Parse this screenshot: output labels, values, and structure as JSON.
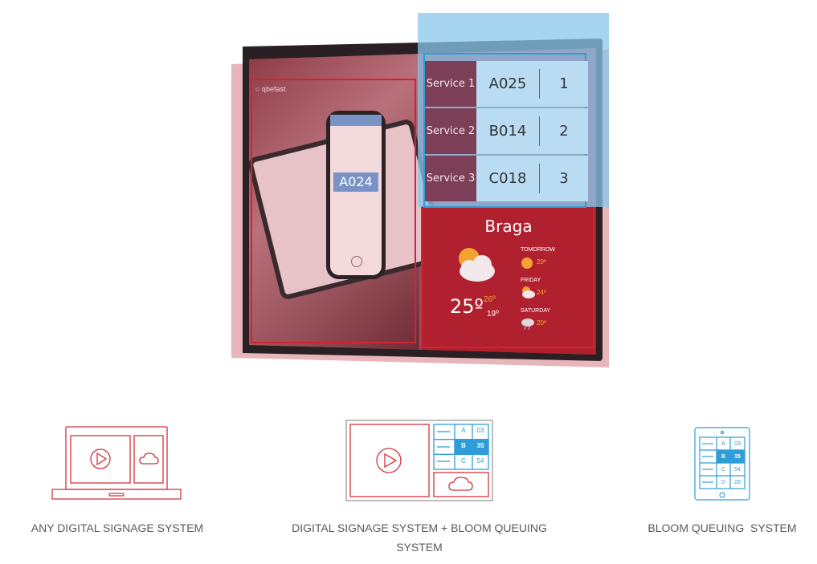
{
  "hero": {
    "phone_ticket": "A024",
    "queue": [
      {
        "label": "Service 1",
        "ticket": "A025",
        "counter": "1"
      },
      {
        "label": "Service 2",
        "ticket": "B014",
        "counter": "2"
      },
      {
        "label": "Service 3",
        "ticket": "C018",
        "counter": "3"
      }
    ],
    "weather": {
      "city": "Braga",
      "temp": "25º",
      "max": "26º",
      "min": "19º",
      "forecast": [
        {
          "day": "TOMORROW",
          "temp": "29º",
          "icon": "sun-icon"
        },
        {
          "day": "FRIDAY",
          "temp": "24º",
          "icon": "sun-cloud-icon"
        },
        {
          "day": "SATURDAY",
          "temp": "20º",
          "icon": "rain-cloud-icon"
        }
      ]
    }
  },
  "icons": {
    "left": {
      "caption": "ANY DIGITAL SIGNAGE SYSTEM",
      "color": "#d4323c"
    },
    "middle": {
      "caption": "DIGITAL SIGNAGE SYSTEM + BLOOM QUEUING SYSTEM",
      "rows": [
        {
          "letter": "A",
          "num": "03"
        },
        {
          "letter": "B",
          "num": "35"
        },
        {
          "letter": "C",
          "num": "54"
        }
      ]
    },
    "right": {
      "caption": "BLOOM QUEUING  SYSTEM",
      "color": "#2f9ed8",
      "rows": [
        {
          "letter": "A",
          "num": "03"
        },
        {
          "letter": "B",
          "num": "35"
        },
        {
          "letter": "C",
          "num": "54"
        },
        {
          "letter": "D",
          "num": "28"
        }
      ]
    }
  }
}
